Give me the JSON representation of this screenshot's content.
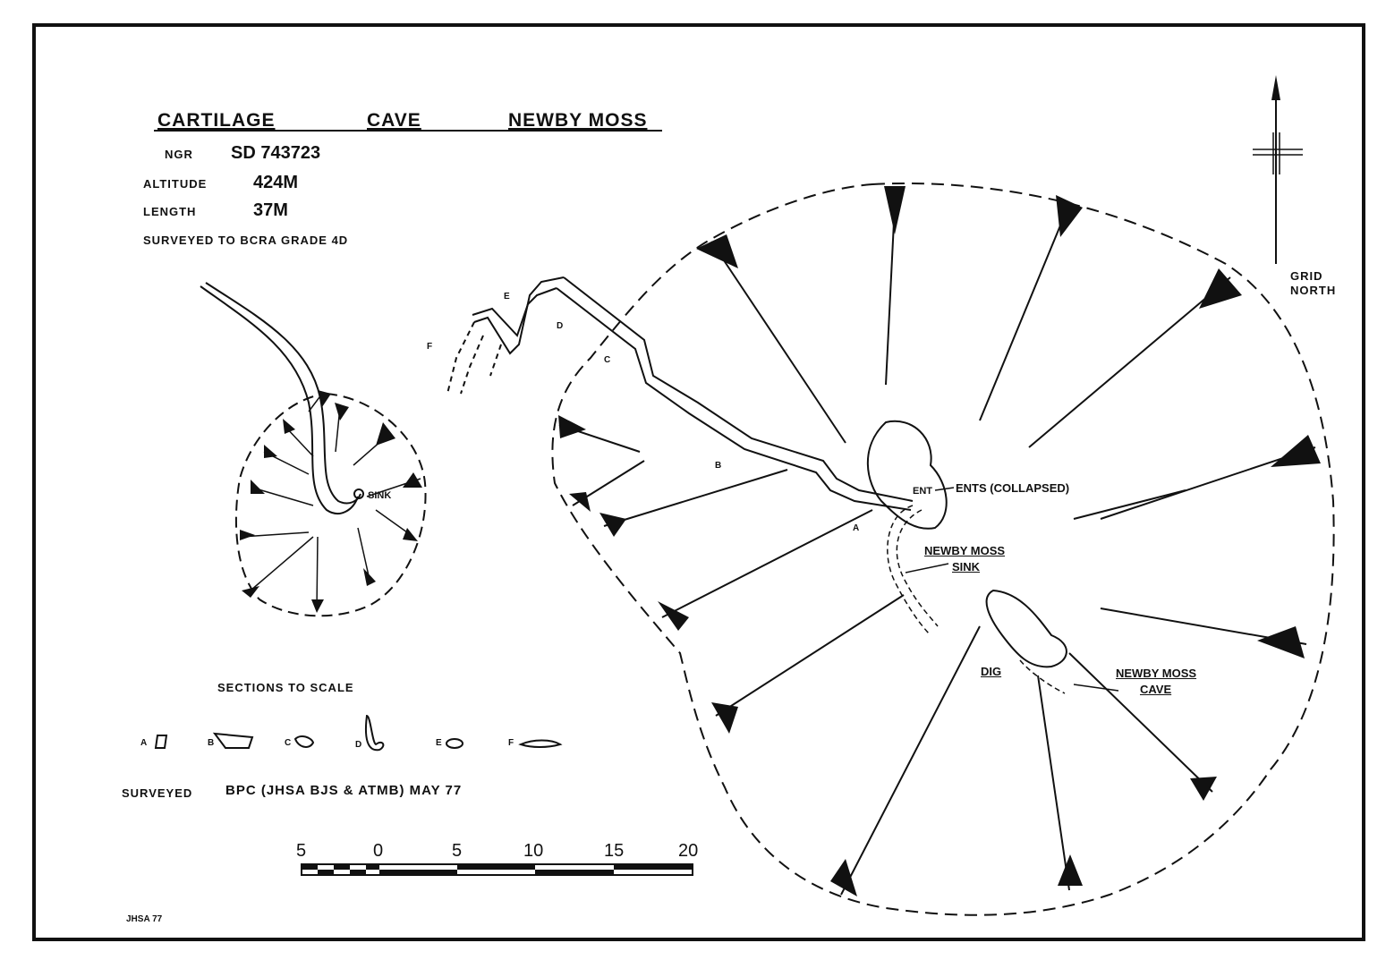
{
  "survey": {
    "title_left": "CARTILAGE",
    "title_mid": "CAVE",
    "title_right": "NEWBY MOSS",
    "ngr_label": "NGR",
    "ngr_value": "SD 743723",
    "altitude_label": "ALTITUDE",
    "altitude_value": "424m",
    "length_label": "LENGTH",
    "length_value": "37m",
    "grade": "SURVEYED TO BCRA GRADE 4D"
  },
  "north": {
    "label_1": "GRID",
    "label_2": "NORTH"
  },
  "labels": {
    "sink_small": "SINK",
    "ent": "ENT",
    "ents_collapsed": "ENTS (COLLAPSED)",
    "newby_moss_sink_1": "NEWBY MOSS",
    "newby_moss_sink_2": "SINK",
    "dig": "DIG",
    "newby_moss_cave_1": "NEWBY MOSS",
    "newby_moss_cave_2": "CAVE"
  },
  "section_markers": [
    "A",
    "B",
    "C",
    "D",
    "E",
    "F"
  ],
  "sections": {
    "heading": "SECTIONS TO SCALE",
    "items": [
      "A",
      "B",
      "C",
      "D",
      "E",
      "F"
    ]
  },
  "credits": {
    "surveyed_label": "SURVEYED",
    "surveyed_by": "BPC (JHSA BJS & ATMB) MAY 77",
    "initials": "JHSA 77"
  },
  "scale_bar": {
    "labels": [
      "5",
      "0",
      "5",
      "10",
      "15",
      "20"
    ]
  }
}
